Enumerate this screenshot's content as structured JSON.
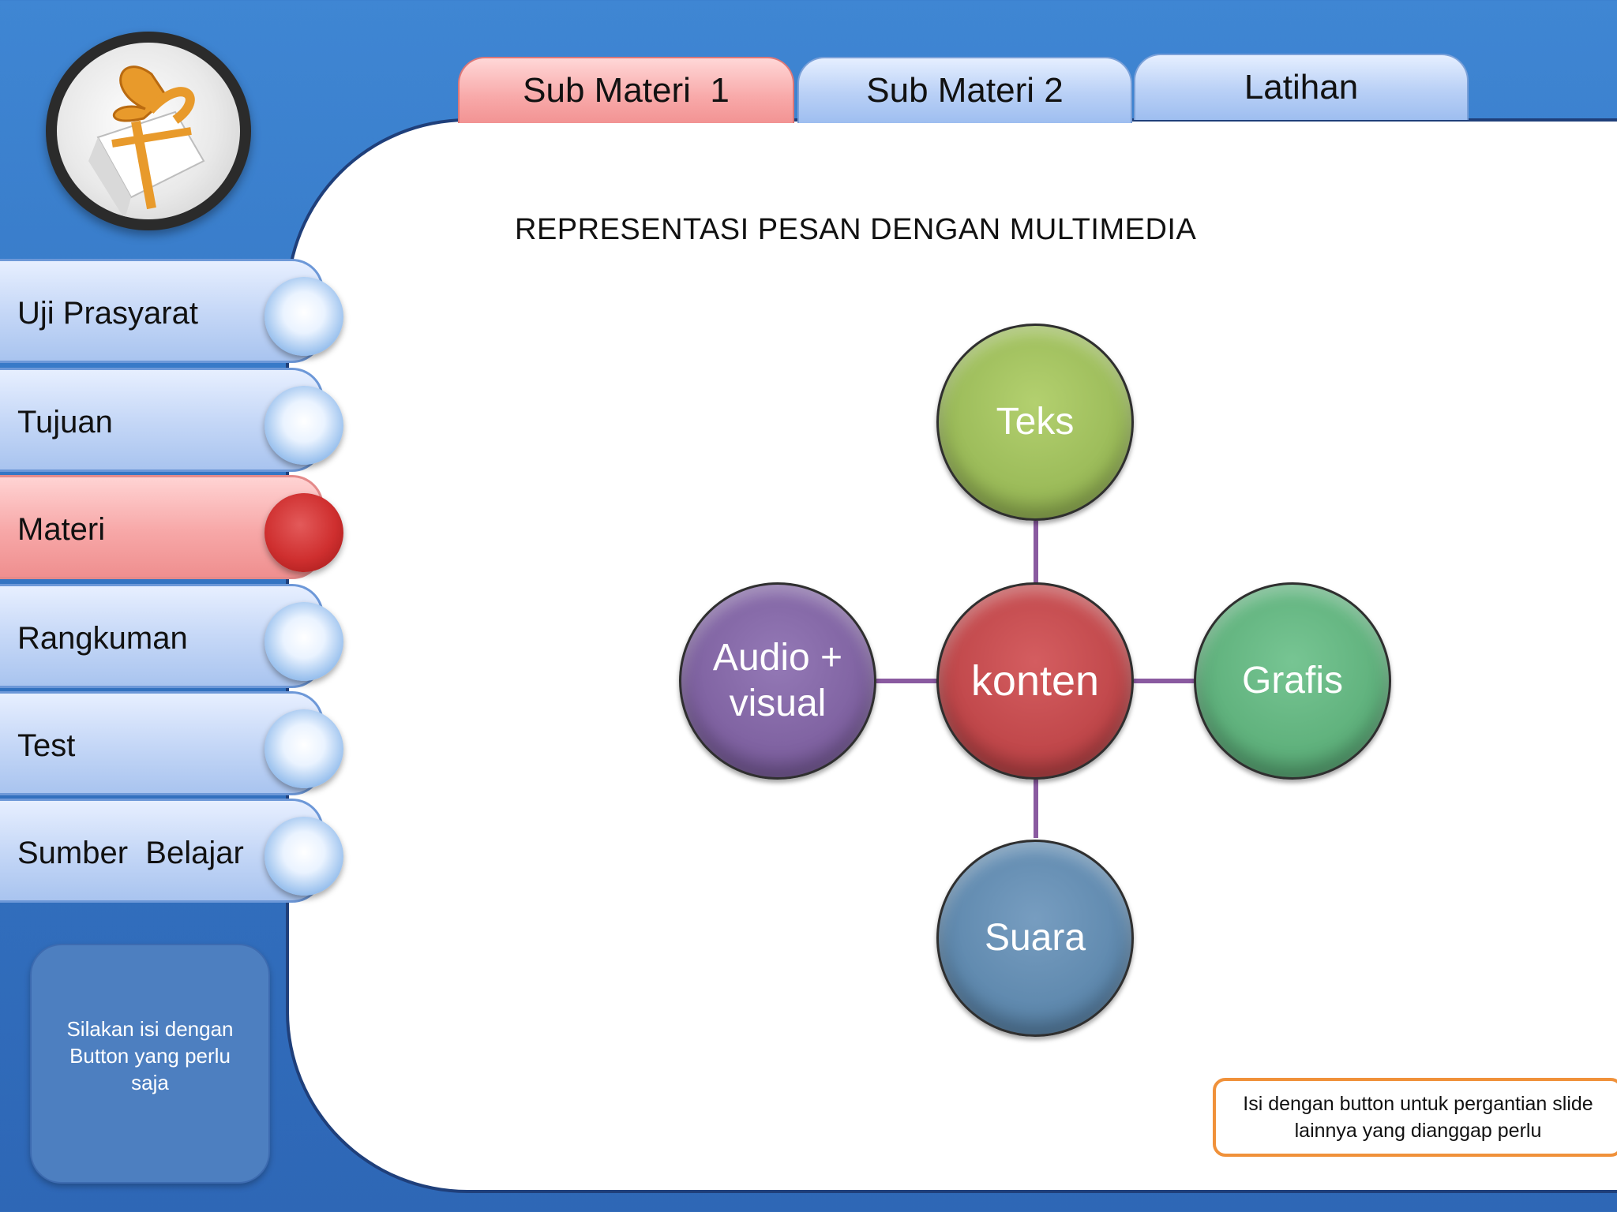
{
  "tabs": [
    {
      "label": "Sub Materi  1",
      "active": true
    },
    {
      "label": "Sub Materi 2",
      "active": false
    },
    {
      "label": "Latihan",
      "active": false
    }
  ],
  "sidebar": {
    "items": [
      {
        "label": "Uji Prasyarat",
        "active": false
      },
      {
        "label": "Tujuan",
        "active": false
      },
      {
        "label": "Materi",
        "active": true
      },
      {
        "label": "Rangkuman",
        "active": false
      },
      {
        "label": "Test",
        "active": false
      },
      {
        "label": "Sumber  Belajar",
        "active": false
      }
    ]
  },
  "hints": {
    "left": "Silakan isi dengan Button yang perlu saja",
    "right_line1": "Isi dengan button untuk pergantian slide",
    "right_line2": "lainnya yang dianggap perlu"
  },
  "main": {
    "title": "REPRESENTASI PESAN DENGAN MULTIMEDIA"
  },
  "diagram": {
    "center": {
      "label": "konten",
      "color": "#c0474a"
    },
    "nodes": [
      {
        "label": "Teks",
        "color": "#9bbb59"
      },
      {
        "label": "Grafis",
        "color": "#5fb17c"
      },
      {
        "label": "Suara",
        "color": "#5f89ae"
      },
      {
        "label_line1": "Audio +",
        "label_line2": "visual",
        "color": "#7f62a1"
      }
    ]
  },
  "colors": {
    "background": "#3a7cc9",
    "active_tab": "#f29393",
    "connector": "#8a5aa0",
    "hint_border": "#f0913a"
  }
}
